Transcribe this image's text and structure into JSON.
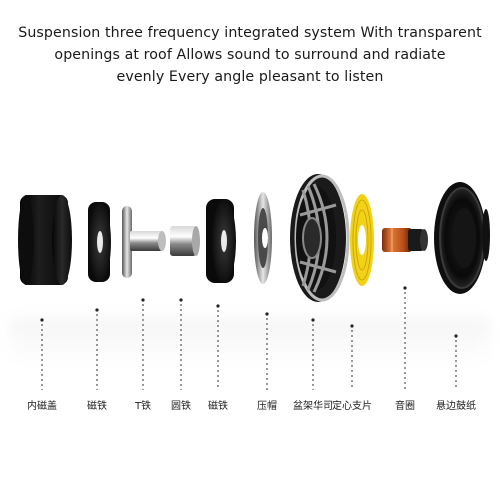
{
  "headline": {
    "line1": "Suspension three frequency integrated system  With transparent",
    "line2": "openings at roof  Allows sound to surround and radiate",
    "line3": "evenly Every angle pleasant to listen"
  },
  "parts": [
    {
      "label": "内磁盖",
      "icon": "magnet-cover"
    },
    {
      "label": "磁铁",
      "icon": "magnet-ring"
    },
    {
      "label": "T铁",
      "icon": "t-iron"
    },
    {
      "label": "圆铁",
      "icon": "round-iron"
    },
    {
      "label": "磁铁",
      "icon": "magnet-ring"
    },
    {
      "label": "压帽",
      "icon": "pressure-cap"
    },
    {
      "label": "盆架华司",
      "icon": "basin-frame"
    },
    {
      "label": "定心支片",
      "icon": "spider-centering"
    },
    {
      "label": "音圈",
      "icon": "voice-coil"
    },
    {
      "label": "悬边鼓纸",
      "icon": "cone-surround"
    }
  ],
  "colors": {
    "dark": "#111111",
    "metal": "#9a9a9a",
    "spider": "#f2d218",
    "coil": "#c65a1e"
  }
}
